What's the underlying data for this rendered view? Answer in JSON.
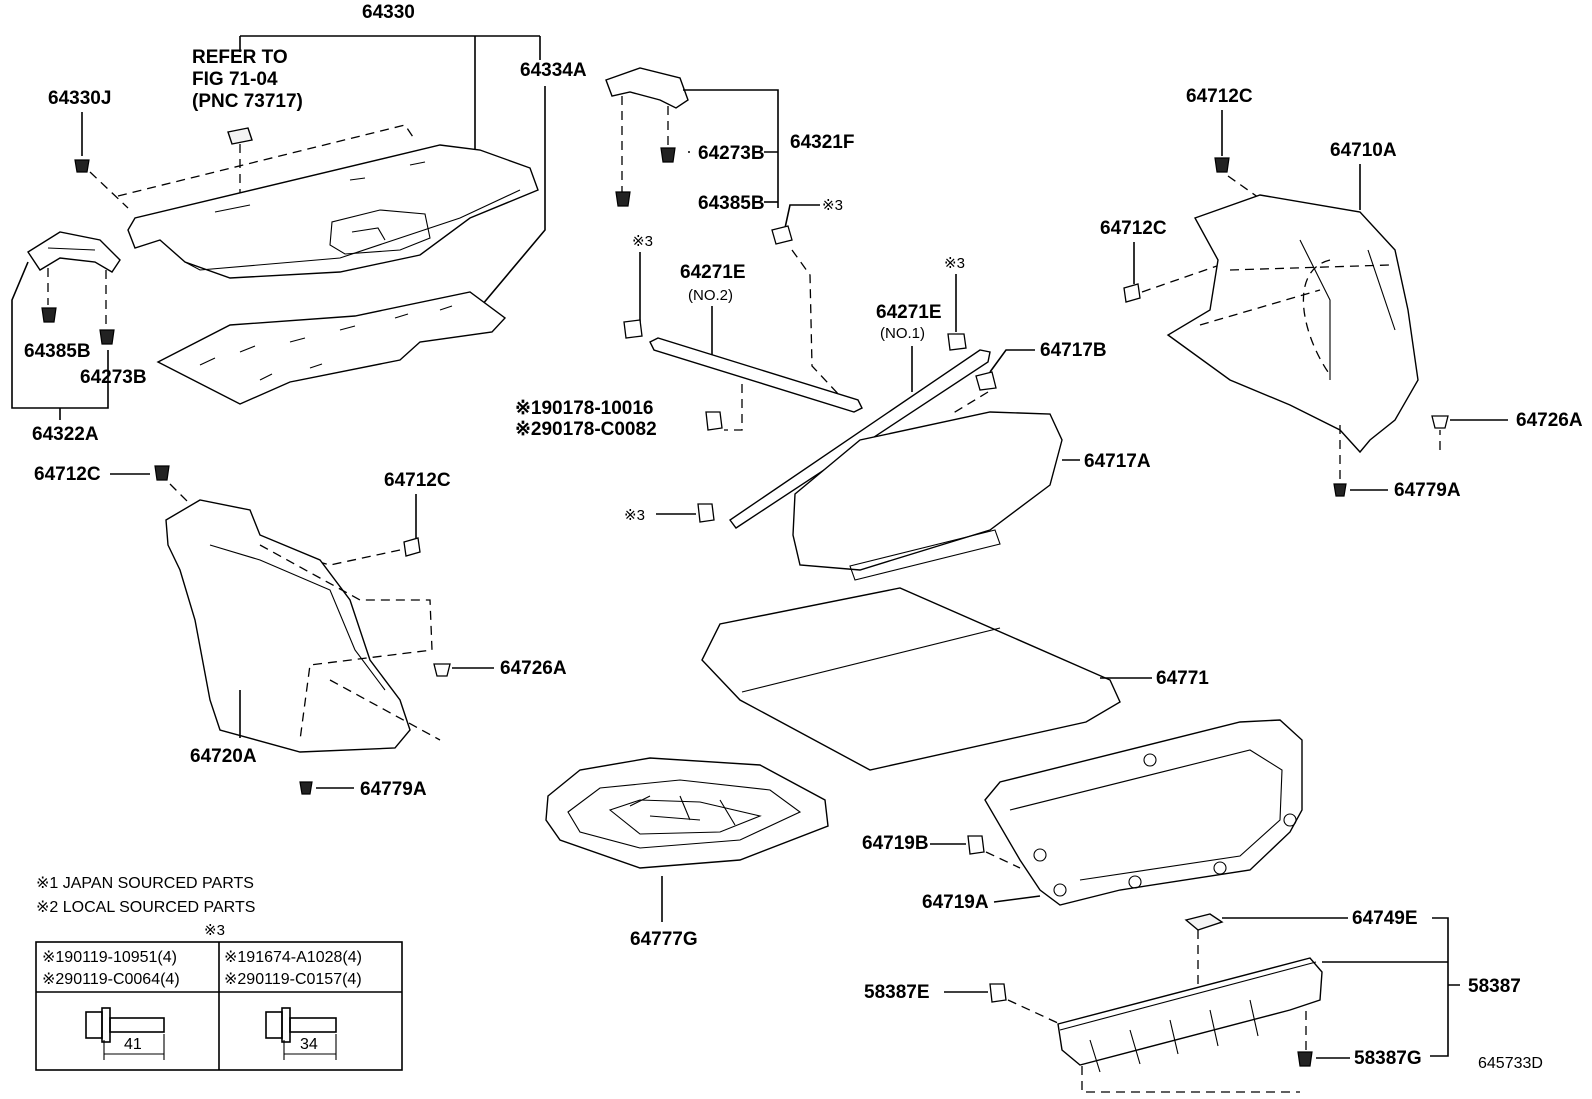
{
  "diagram_id": "645733D",
  "callouts": {
    "c64330": "64330",
    "c64330J": "64330J",
    "refer1": "REFER TO",
    "refer2": "FIG 71-04",
    "refer3": "(PNC 73717)",
    "c64334A": "64334A",
    "c64321F": "64321F",
    "c64273B_top": "64273B",
    "c64385B_top": "64385B",
    "c64712C_tr": "64712C",
    "c64710A": "64710A",
    "c64712C_r2": "64712C",
    "c64385B_left": "64385B",
    "c64273B_left": "64273B",
    "c64322A": "64322A",
    "c64271E_no2": "64271E",
    "no2": "(NO.2)",
    "c64271E_no1": "64271E",
    "no1": "(NO.1)",
    "mark3_a": "※3",
    "mark3_b": "※3",
    "mark3_c": "※3",
    "mark3_d": "※3",
    "c64717B": "64717B",
    "c64717A": "64717A",
    "c64726A_r": "64726A",
    "c64779A_r": "64779A",
    "bolt1": "※190178-10016",
    "bolt2": "※290178-C0082",
    "c64712C_l": "64712C",
    "c64712C_mid": "64712C",
    "c64726A_l": "64726A",
    "c64720A": "64720A",
    "c64779A_l": "64779A",
    "c64771": "64771",
    "c64719B": "64719B",
    "c64719A": "64719A",
    "c64777G": "64777G",
    "c64749E": "64749E",
    "c58387": "58387",
    "c58387E": "58387E",
    "c58387G": "58387G"
  },
  "legend": {
    "line1": "※1 JAPAN SOURCED PARTS",
    "line2": "※2 LOCAL SOURCED PARTS",
    "table_mark": "※3",
    "cell_left_1": "※190119-10951(4)",
    "cell_left_2": "※290119-C0064(4)",
    "cell_right_1": "※191674-A1028(4)",
    "cell_right_2": "※290119-C0157(4)",
    "dim_left": "41",
    "dim_right": "34"
  }
}
